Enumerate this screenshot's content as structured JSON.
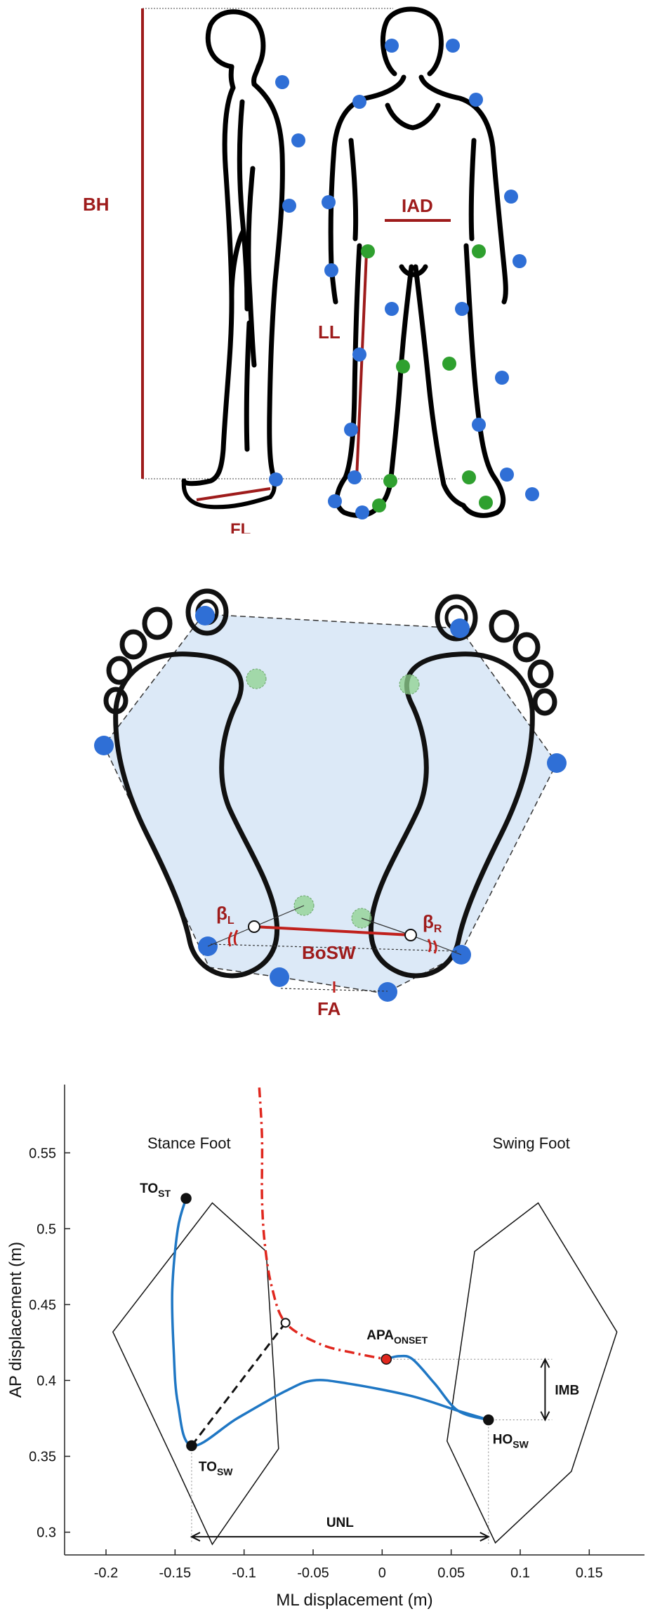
{
  "colors": {
    "marker_blue": "#2f6fd6",
    "marker_green": "#2fa02f",
    "label_red": "#9e1b1b",
    "com_red": "#e0271e",
    "cop_blue": "#1f77c4",
    "bos_fill": "#dce9f7"
  },
  "panel_body": {
    "labels": {
      "bh": "BH",
      "iad": "IAD",
      "ll": "LL",
      "fl": "FL"
    }
  },
  "panel_feet": {
    "labels": {
      "beta_l_main": "β",
      "beta_l_sub": "L",
      "beta_r_main": "β",
      "beta_r_sub": "R",
      "bosw": "BoSW",
      "fa": "FA"
    }
  },
  "chart_data": {
    "type": "line",
    "xlabel": "ML displacement (m)",
    "ylabel": "AP displacement (m)",
    "xlim": [
      -0.23,
      0.19
    ],
    "ylim": [
      0.285,
      0.595
    ],
    "xticks": [
      -0.2,
      -0.15,
      -0.1,
      -0.05,
      0,
      0.05,
      0.1,
      0.15
    ],
    "xtick_labels": [
      "-0.2",
      "-0.15",
      "-0.1",
      "-0.05",
      "0",
      "0.05",
      "0.1",
      "0.15"
    ],
    "yticks": [
      0.3,
      0.35,
      0.4,
      0.45,
      0.5,
      0.55
    ],
    "ytick_labels": [
      "0.3",
      "0.35",
      "0.4",
      "0.45",
      "0.5",
      "0.55"
    ],
    "grid": false,
    "region_labels": {
      "stance": "Stance Foot",
      "swing": "Swing Foot"
    },
    "stance_polygon": [
      [
        -0.123,
        0.517
      ],
      [
        -0.084,
        0.485
      ],
      [
        -0.075,
        0.355
      ],
      [
        -0.123,
        0.292
      ],
      [
        -0.15,
        0.345
      ],
      [
        -0.195,
        0.432
      ]
    ],
    "swing_polygon": [
      [
        0.113,
        0.517
      ],
      [
        0.17,
        0.432
      ],
      [
        0.137,
        0.34
      ],
      [
        0.082,
        0.293
      ],
      [
        0.047,
        0.36
      ],
      [
        0.067,
        0.485
      ]
    ],
    "com_trajectory": [
      [
        -0.089,
        0.593
      ],
      [
        -0.087,
        0.56
      ],
      [
        -0.087,
        0.52
      ],
      [
        -0.085,
        0.49
      ],
      [
        -0.08,
        0.462
      ],
      [
        -0.07,
        0.438
      ],
      [
        -0.045,
        0.424
      ],
      [
        -0.02,
        0.418
      ],
      [
        0.003,
        0.414
      ]
    ],
    "cop_trajectory": [
      [
        -0.142,
        0.52
      ],
      [
        -0.148,
        0.5
      ],
      [
        -0.152,
        0.46
      ],
      [
        -0.151,
        0.42
      ],
      [
        -0.148,
        0.385
      ],
      [
        -0.138,
        0.357
      ],
      [
        -0.105,
        0.375
      ],
      [
        -0.07,
        0.393
      ],
      [
        -0.05,
        0.4
      ],
      [
        -0.025,
        0.398
      ],
      [
        0.02,
        0.39
      ],
      [
        0.055,
        0.38
      ],
      [
        0.077,
        0.374
      ]
    ],
    "apa_path": [
      [
        0.003,
        0.414
      ],
      [
        0.012,
        0.416
      ],
      [
        0.022,
        0.414
      ],
      [
        0.038,
        0.398
      ],
      [
        0.055,
        0.38
      ],
      [
        0.077,
        0.374
      ]
    ],
    "key_points": [
      {
        "name": "to-st",
        "label": "TO",
        "sub": "ST",
        "x": -0.142,
        "y": 0.52
      },
      {
        "name": "to-sw",
        "label": "TO",
        "sub": "SW",
        "x": -0.138,
        "y": 0.357
      },
      {
        "name": "apa-onset",
        "label": "APA",
        "sub": "ONSET",
        "x": 0.003,
        "y": 0.414
      },
      {
        "name": "ho-sw",
        "label": "HO",
        "sub": "SW",
        "x": 0.077,
        "y": 0.374
      }
    ],
    "open_point": {
      "x": -0.07,
      "y": 0.438
    },
    "imb": {
      "label": "IMB",
      "x": 0.118,
      "y_top": 0.414,
      "y_bottom": 0.374
    },
    "unl": {
      "label": "UNL",
      "y": 0.297,
      "x_left": -0.138,
      "x_right": 0.077
    }
  }
}
